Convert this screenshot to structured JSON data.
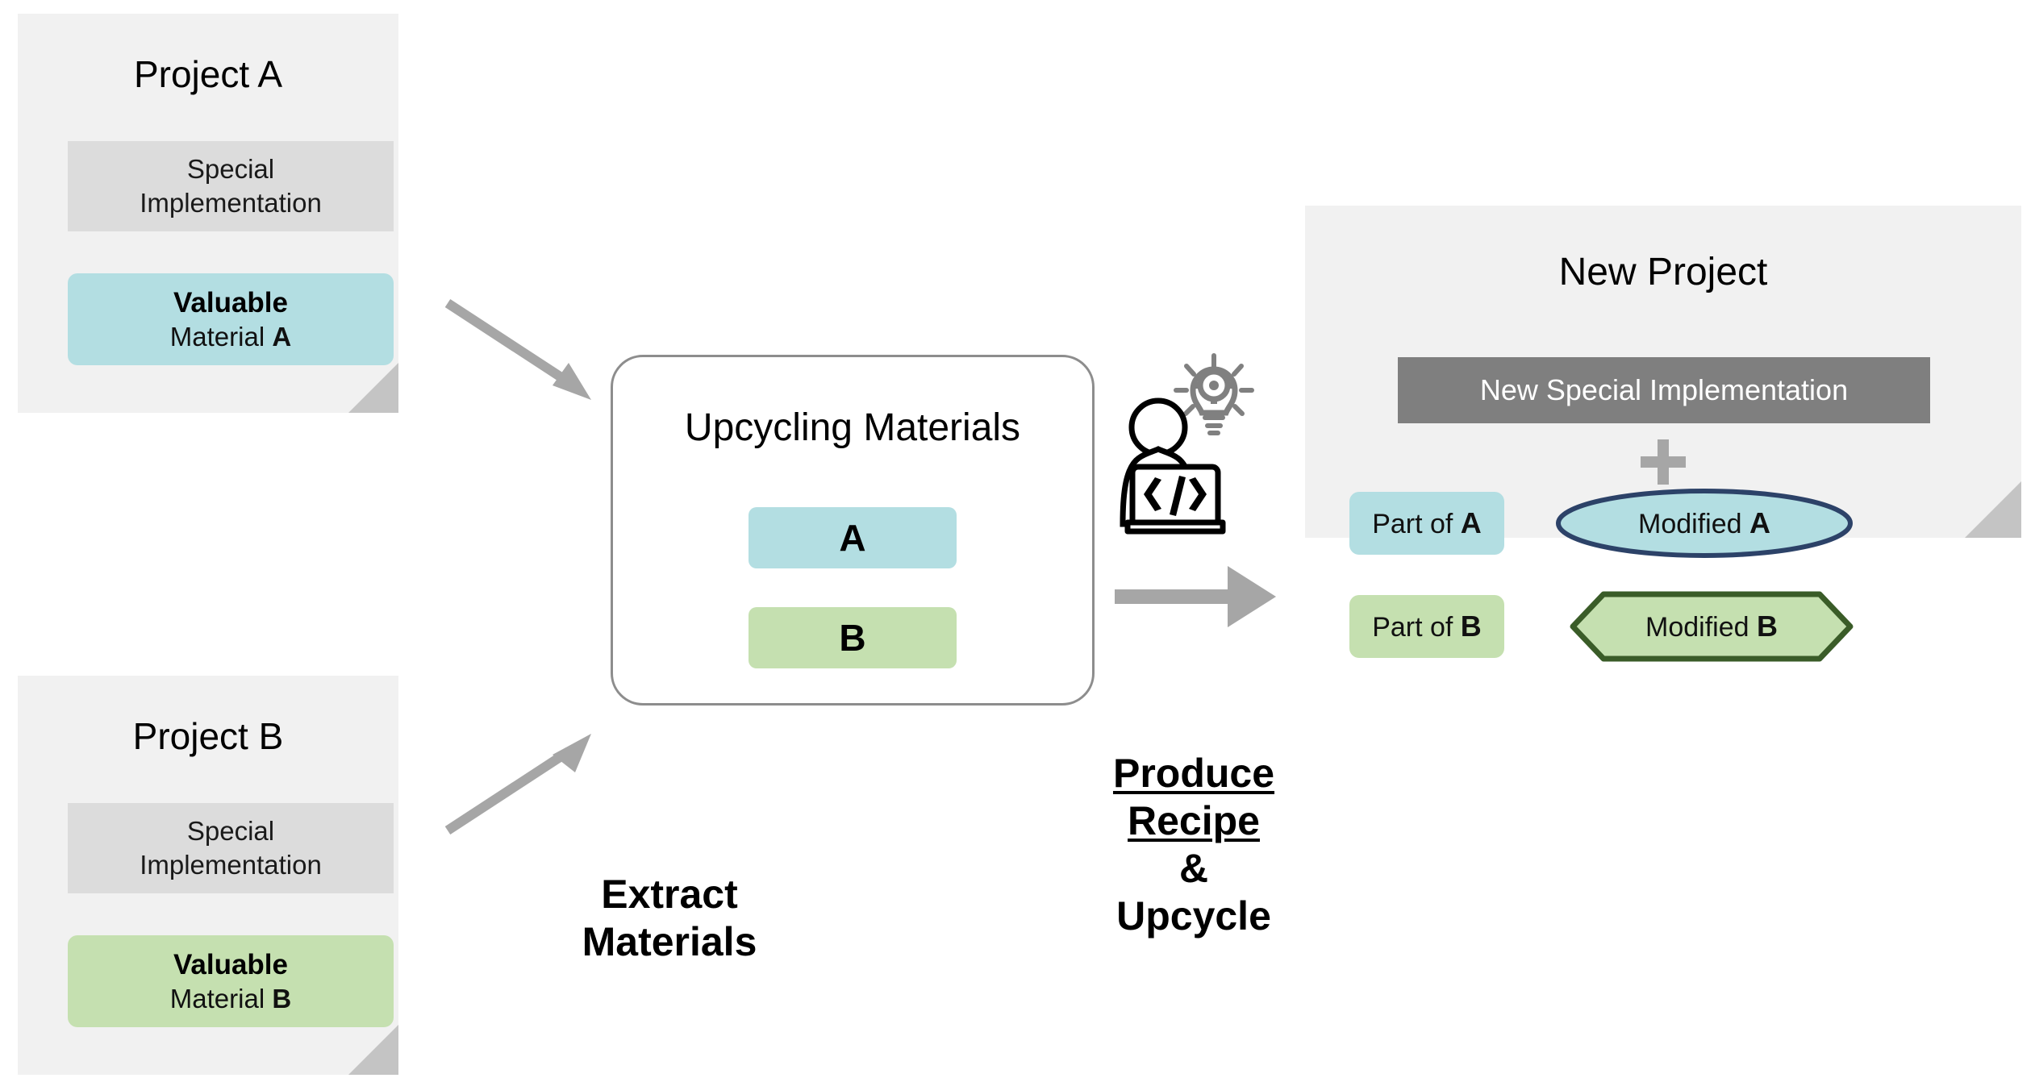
{
  "projects": [
    {
      "title": "Project A",
      "special": {
        "line1": "Special",
        "line2": "Implementation"
      },
      "valuable": {
        "line1": "Valuable",
        "line2_prefix": "Material ",
        "line2_bold": "A"
      },
      "color": "#b3dee2"
    },
    {
      "title": "Project B",
      "special": {
        "line1": "Special",
        "line2": "Implementation"
      },
      "valuable": {
        "line1": "Valuable",
        "line2_prefix": "Material ",
        "line2_bold": "B"
      },
      "color": "#c5e0b0"
    }
  ],
  "upcycling": {
    "title": "Upcycling Materials",
    "materials": [
      {
        "label": "A",
        "color": "#b3dee2"
      },
      {
        "label": "B",
        "color": "#c5e0b0"
      }
    ]
  },
  "labels": {
    "extract": {
      "line1": "Extract",
      "line2": "Materials"
    },
    "produce": {
      "line1": "Produce",
      "line2": "Recipe",
      "line3": "&",
      "line4": "Upcycle"
    }
  },
  "new_project": {
    "title": "New Project",
    "new_special_implementation": "New Special Implementation",
    "plus": "+",
    "items": [
      {
        "name": "part-of-a",
        "prefix": "Part of ",
        "bold": "A",
        "shape": "rounded-rect",
        "fill": "#b3dee2",
        "stroke": "none"
      },
      {
        "name": "modified-a",
        "prefix": "Modified ",
        "bold": "A",
        "shape": "ellipse",
        "fill": "#b3dee2",
        "stroke": "#2c4268"
      },
      {
        "name": "part-of-b",
        "prefix": "Part of ",
        "bold": "B",
        "shape": "rounded-rect",
        "fill": "#c5e0b0",
        "stroke": "none"
      },
      {
        "name": "modified-b",
        "prefix": "Modified ",
        "bold": "B",
        "shape": "hexagon",
        "fill": "#c5e0b0",
        "stroke": "#3a5c28"
      }
    ]
  },
  "icons": {
    "developer": "developer-with-laptop-icon",
    "lightbulb": "lightbulb-gear-icon",
    "code": "code-brackets-icon"
  },
  "colors": {
    "material_a": "#b3dee2",
    "material_b": "#c5e0b0",
    "panel_bg": "#f1f1f1",
    "spec_bg": "#dcdcdc",
    "new_spec_bg": "#7f7f7f",
    "arrow": "#a6a6a6",
    "fold": "#c4c4c4",
    "ellipse_stroke": "#2c4268",
    "hexagon_stroke": "#3a5c28"
  }
}
